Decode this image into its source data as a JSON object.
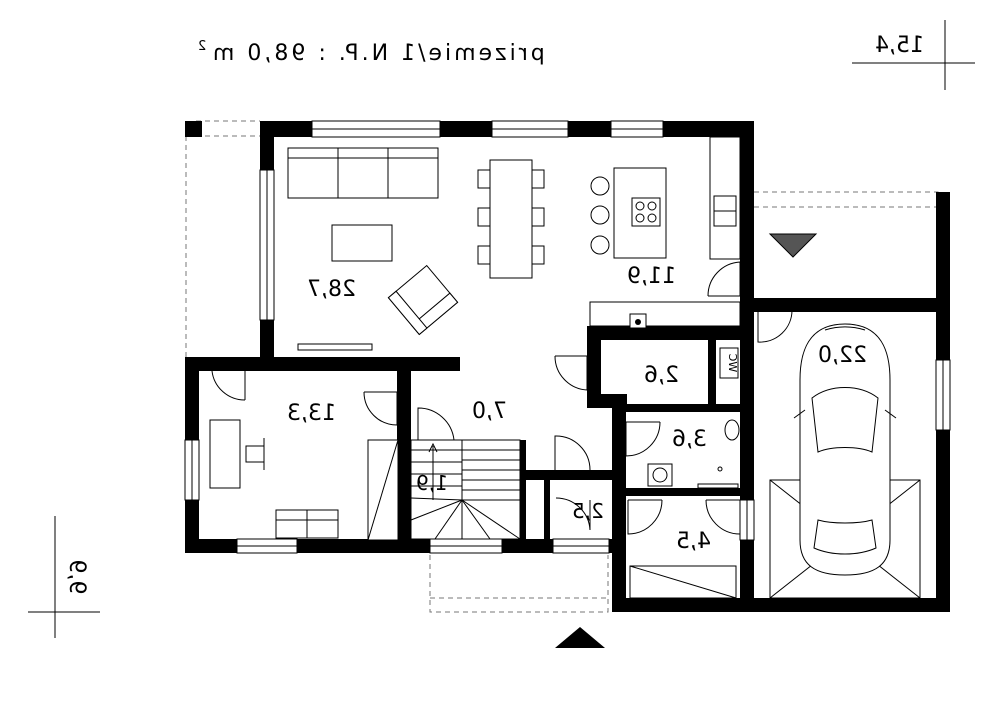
{
  "header": {
    "title": "prizemie/1 N.P. : 98,0 m",
    "title_sup": "2"
  },
  "dimensions": {
    "width": "15,4",
    "depth": "9,9"
  },
  "rooms": {
    "living": "28,7",
    "kitchen": "11,9",
    "office": "13,3",
    "hall": "7,0",
    "stairs": "1,9",
    "pantry": "2,6",
    "wc": "WC",
    "bath": "3,6",
    "storage": "2,5",
    "utility": "4,5",
    "garage": "22,0"
  },
  "colors": {
    "walls": "#000000",
    "background": "#ffffff",
    "dashed": "#777777"
  }
}
